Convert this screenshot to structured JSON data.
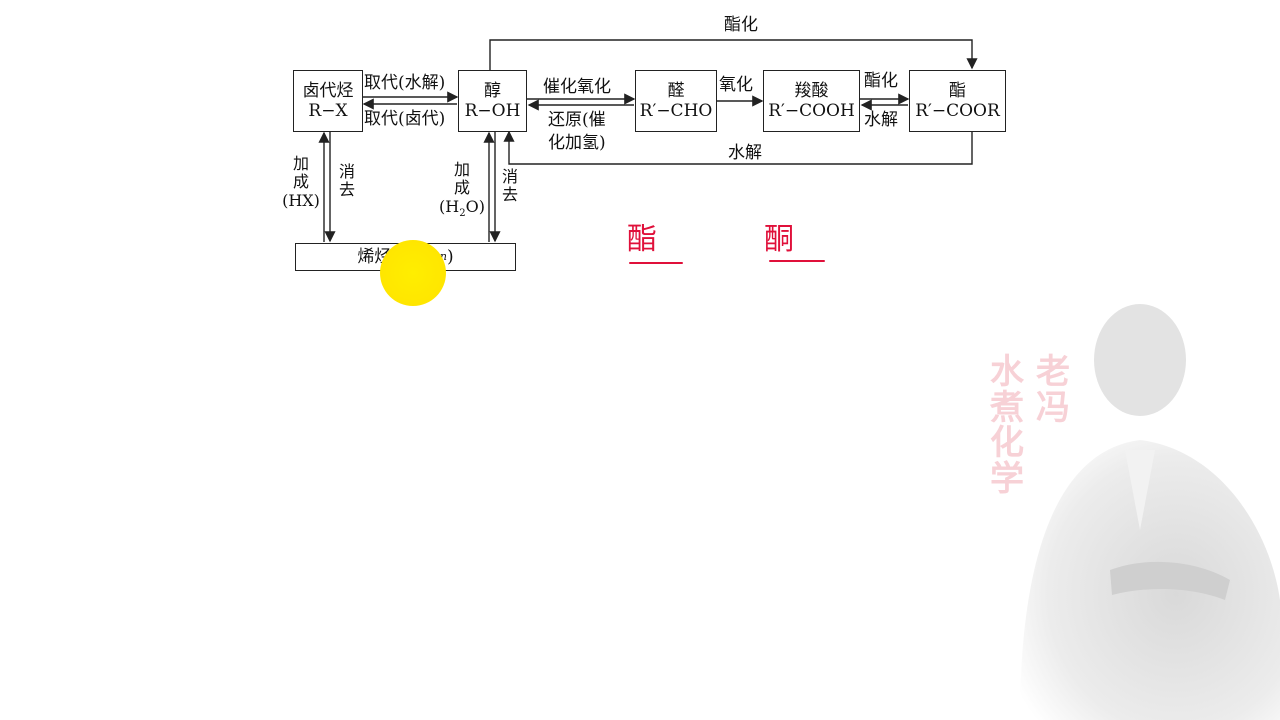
{
  "diagram": {
    "nodes": {
      "haloalkane": {
        "name": "卤代烃",
        "formula": "R−X"
      },
      "alcohol": {
        "name": "醇",
        "formula": "R−OH"
      },
      "aldehyde": {
        "name": "醛",
        "formula": "R′−CHO"
      },
      "carboxylic_acid": {
        "name": "羧酸",
        "formula": "R′−COOH"
      },
      "ester": {
        "name": "酯",
        "formula": "R′−COOR"
      },
      "alkene": {
        "name": "烯烃(C",
        "formula_sub1": "n",
        "mid": "H",
        "formula_sub2": "2n",
        "end": ")"
      }
    },
    "edges": {
      "esterification_top": "酯化",
      "substitution_hydrolysis": "取代(水解)",
      "substitution_halogen": "取代(卤代)",
      "catalytic_oxidation": "催化氧化",
      "reduction_line1": "还原(催",
      "reduction_line2": "化加氢)",
      "oxidation": "氧化",
      "esterification": "酯化",
      "hydrolysis_short": "水解",
      "hydrolysis_bottom": "水解",
      "addition_hx_1": "加",
      "addition_hx_2": "成",
      "addition_hx_3": "(HX)",
      "elimination_1_a": "消",
      "elimination_1_b": "去",
      "addition_h2o_1": "加",
      "addition_h2o_2": "成",
      "addition_h2o_3a": "(H",
      "addition_h2o_sub": "2",
      "addition_h2o_3b": "O)",
      "elimination_2_a": "消",
      "elimination_2_b": "去"
    }
  },
  "annotations": {
    "handwritten_1": "酯",
    "handwritten_2": "酮"
  },
  "watermark": {
    "col1": [
      "水",
      "煮",
      "化",
      "学"
    ],
    "col2": [
      "老",
      "冯"
    ]
  },
  "colors": {
    "ink": "#222222",
    "annotation": "#e0103a",
    "highlight": "#ffe600",
    "watermark": "#f6c9d0"
  }
}
